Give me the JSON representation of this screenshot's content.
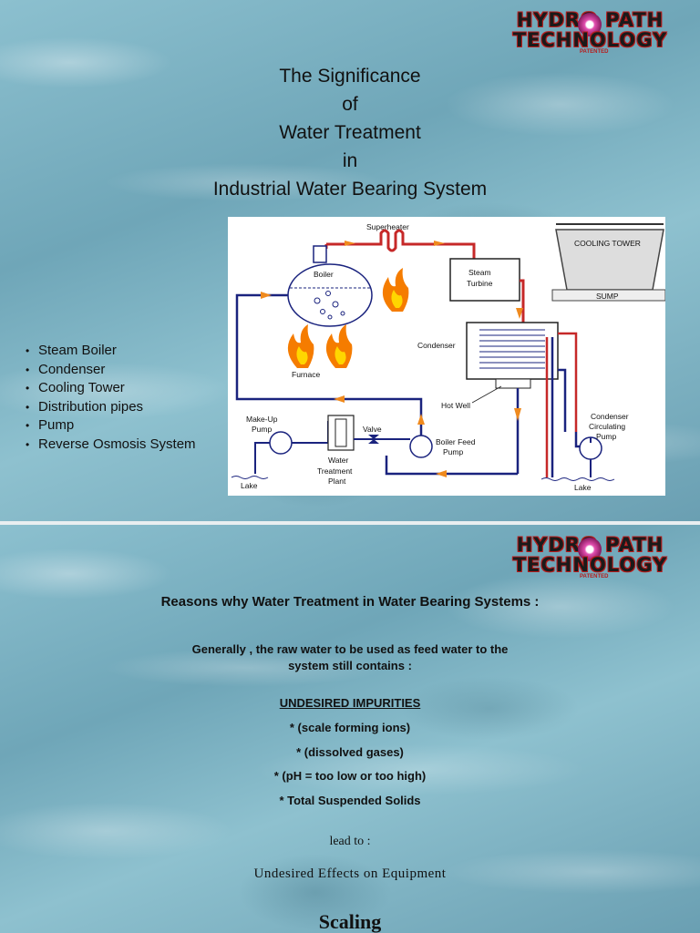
{
  "logo": {
    "line1": "HYDRO PATH",
    "line2": "TECHNOLOGY",
    "patented": "PATENTED"
  },
  "slide1": {
    "title_lines": [
      "The Significance",
      "of",
      "Water Treatment",
      "in",
      "Industrial Water Bearing System"
    ],
    "components": [
      "Steam Boiler",
      "Condenser",
      "Cooling Tower",
      "Distribution pipes",
      "Pump",
      "Reverse Osmosis System"
    ],
    "diagram_labels": {
      "superheater": "Superheater",
      "boiler": "Boiler",
      "steam_turbine_1": "Steam",
      "steam_turbine_2": "Turbine",
      "cooling_tower": "COOLING TOWER",
      "sump": "SUMP",
      "condenser": "Condenser",
      "furnace": "Furnace",
      "hot_well": "Hot Well",
      "make_up_pump_1": "Make-Up",
      "make_up_pump_2": "Pump",
      "valve": "Valve",
      "water_treatment_1": "Water",
      "water_treatment_2": "Treatment",
      "water_treatment_3": "Plant",
      "boiler_feed_pump_1": "Boiler Feed",
      "boiler_feed_pump_2": "Pump",
      "condenser_circ_1": "Condenser",
      "condenser_circ_2": "Circulating",
      "condenser_circ_3": "Pump",
      "lake_left": "Lake",
      "lake_right": "Lake"
    }
  },
  "slide2": {
    "heading": "Reasons why Water Treatment in Water Bearing Systems :",
    "generally_1": "Generally , the raw water to be used as feed water to the",
    "generally_2": "system still contains :",
    "undesired_heading": "UNDESIRED IMPURITIES",
    "impurities": [
      "* (scale forming ions)",
      "* (dissolved gases)",
      "* (pH = too low or too high)",
      "* Total Suspended Solids"
    ],
    "lead_to": "lead to :",
    "effects": "Undesired Effects on Equipment",
    "scaling": "Scaling"
  },
  "colors": {
    "pipe_red": "#c62828",
    "pipe_blue": "#1a237e",
    "arrow_orange": "#ef8a1e",
    "logo_red": "#b71c1c"
  }
}
